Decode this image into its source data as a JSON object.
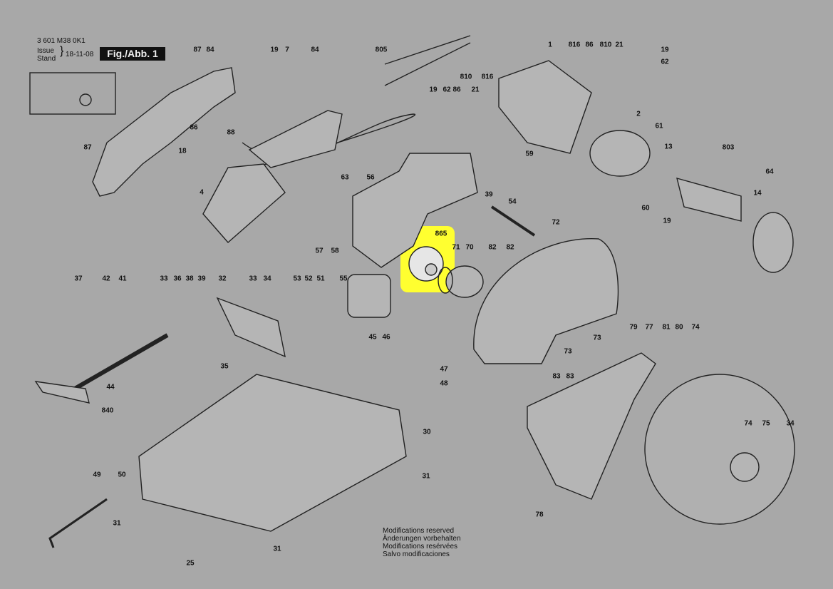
{
  "header": {
    "doc_number": "3 601 M38 0K1",
    "issue_label": "Issue",
    "stand_label": "Stand",
    "date": "18-11-08",
    "figure_label": "Fig./Abb. 1"
  },
  "highlight": {
    "part": "865",
    "color": "#ffff30"
  },
  "callouts": [
    "87",
    "84",
    "19",
    "7",
    "84",
    "805",
    "1",
    "816",
    "86",
    "810",
    "21",
    "19",
    "62",
    "810",
    "816",
    "19",
    "62",
    "86",
    "21",
    "87",
    "86",
    "88",
    "18",
    "4",
    "59",
    "2",
    "61",
    "13",
    "803",
    "64",
    "63",
    "56",
    "39",
    "54",
    "60",
    "19",
    "14",
    "57",
    "58",
    "865",
    "71",
    "70",
    "82",
    "82",
    "72",
    "37",
    "42",
    "41",
    "33",
    "36",
    "38",
    "39",
    "32",
    "33",
    "34",
    "53",
    "52",
    "51",
    "55",
    "45",
    "46",
    "47",
    "48",
    "35",
    "44",
    "840",
    "30",
    "73",
    "73",
    "79",
    "77",
    "81",
    "80",
    "74",
    "83",
    "83",
    "74",
    "75",
    "34",
    "49",
    "50",
    "31",
    "31",
    "31",
    "25",
    "78"
  ],
  "notes": [
    "Modifications reserved",
    "Änderungen vorbehalten",
    "Modifications resérvées",
    "Salvo modificaciones"
  ]
}
